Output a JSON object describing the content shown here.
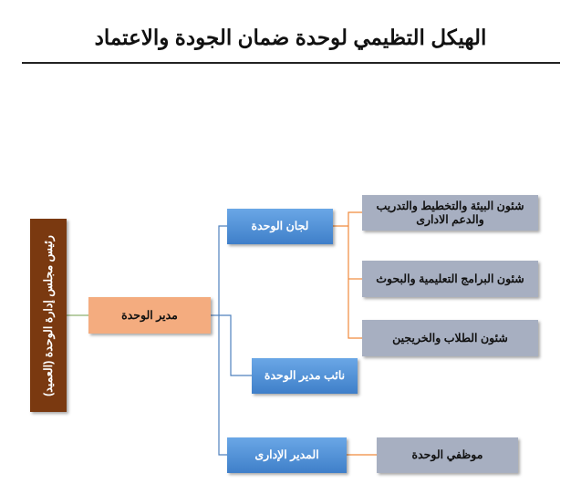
{
  "title": "الهيكل التظيمي لوحدة ضمان الجودة والاعتماد",
  "nodes": {
    "chairman": "رئيس مجلس إدارة الوحدة (العميد)",
    "manager": "مدير الوحدة",
    "committees": "لجان الوحدة",
    "deputy": "نائب مدير الوحدة",
    "admin_manager": "المدير الإدارى",
    "environment": "شئون البيئة والتخطيط والتدريب والدعم الادارى",
    "programs": "شئون البرامج التعليمية والبحوث",
    "students": "شئون الطلاب والخريجين",
    "staff": "موظفي الوحدة"
  },
  "colors": {
    "blue_line": "#4f81bd",
    "orange_line": "#f08a3c",
    "brown": "#7a3910",
    "peach": "#f4ac7f",
    "grey": "#a7afc1"
  }
}
